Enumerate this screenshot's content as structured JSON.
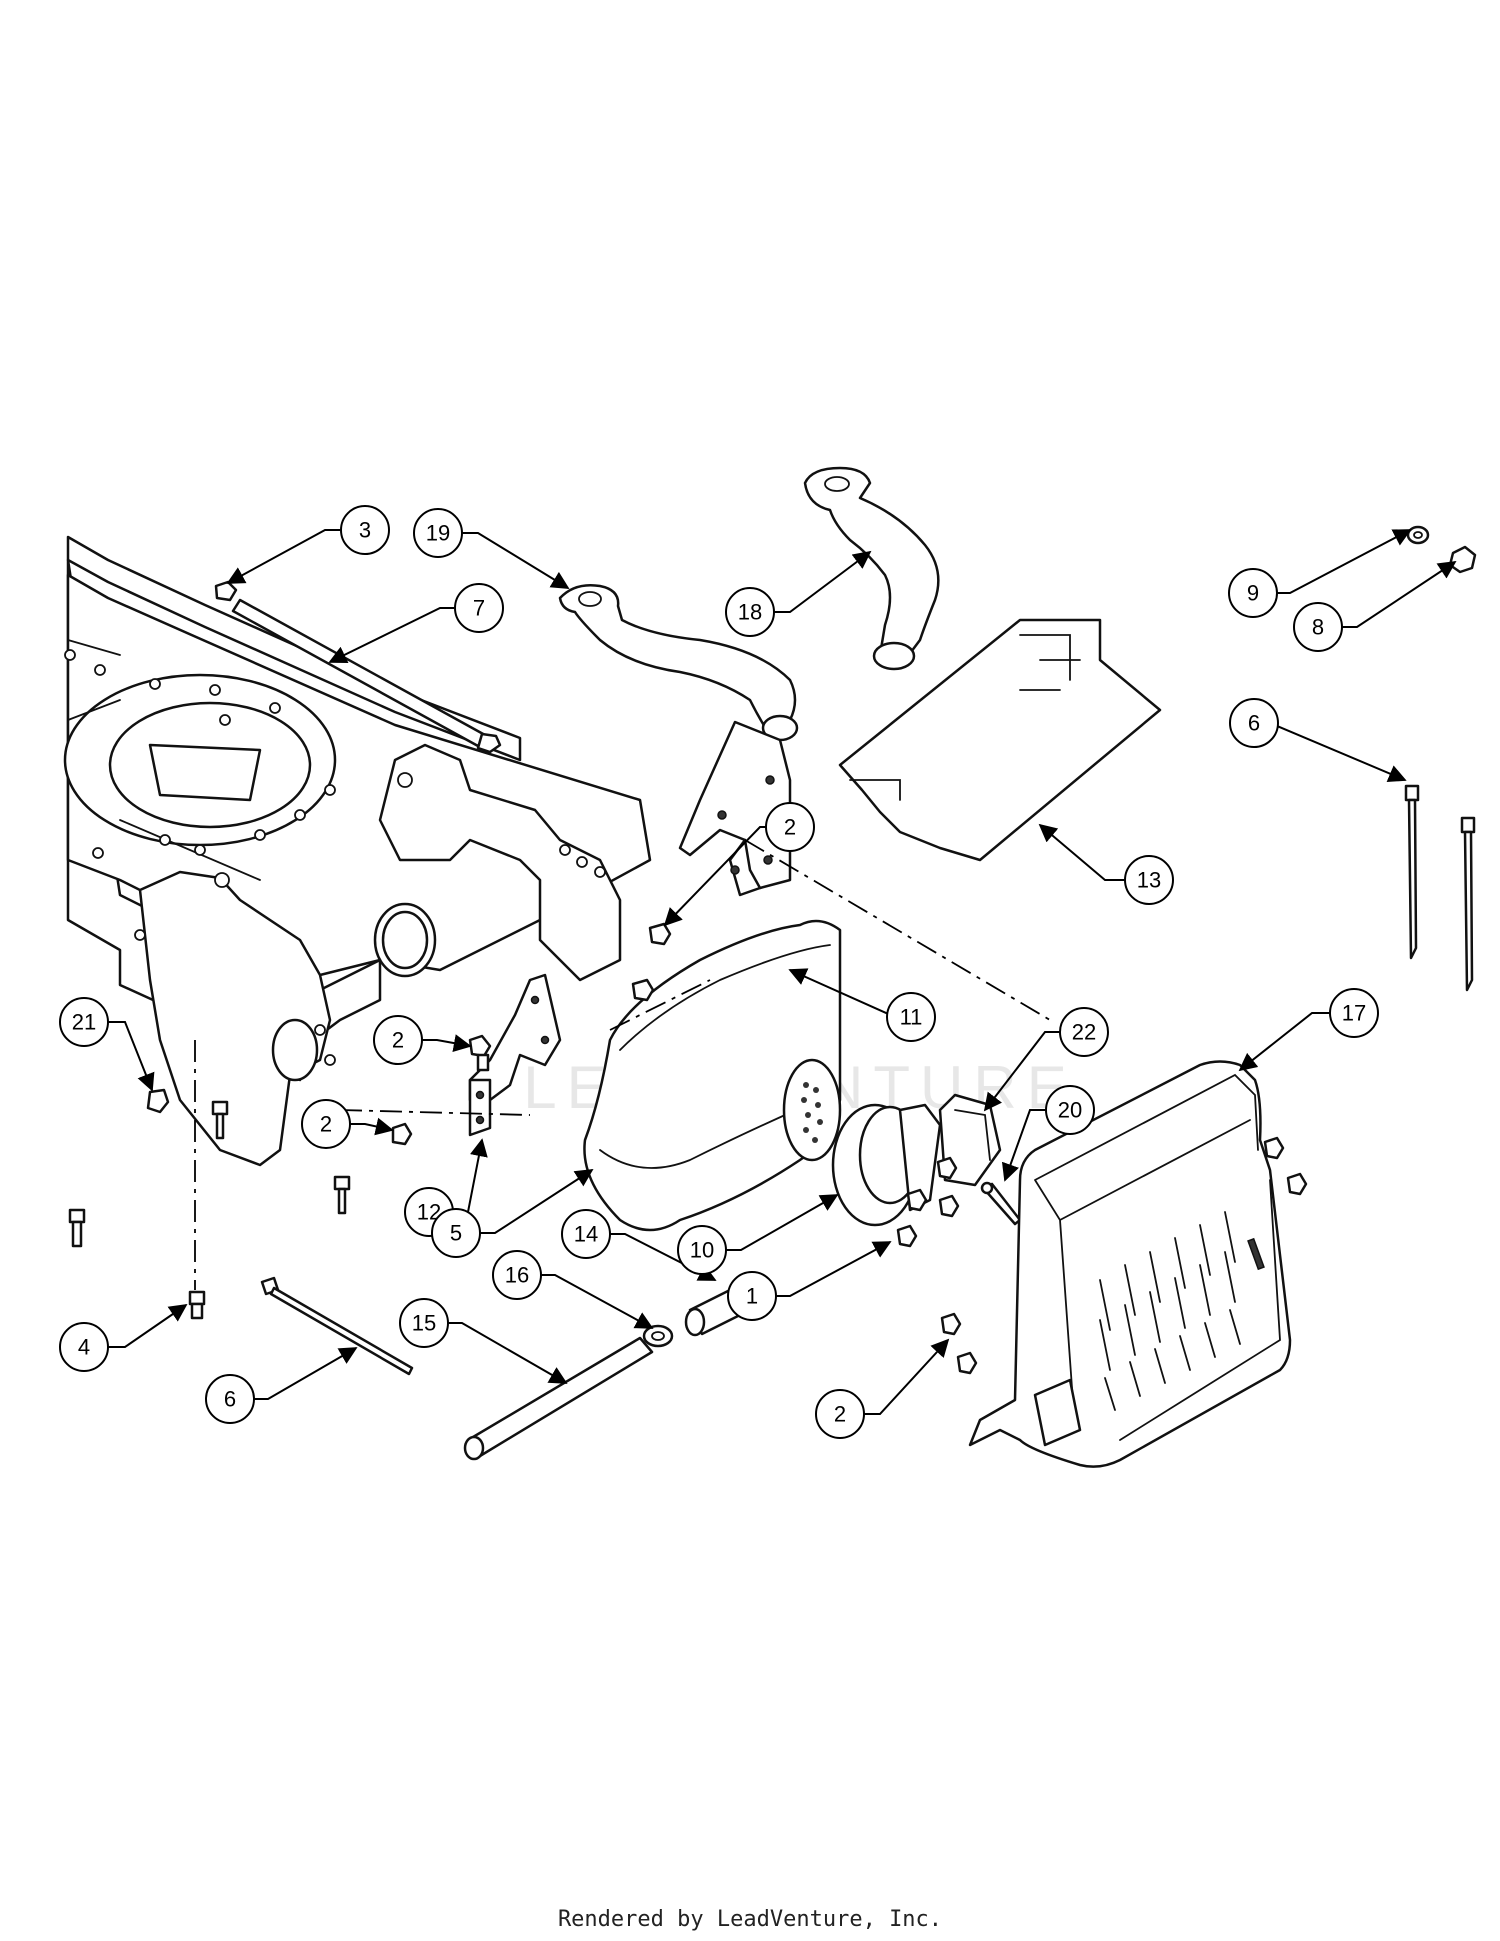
{
  "watermark": "LEADVENTURE",
  "footer": "Rendered by LeadVenture, Inc.",
  "callouts": [
    "3",
    "7",
    "19",
    "18",
    "9",
    "8",
    "6",
    "2",
    "13",
    "11",
    "22",
    "17",
    "20",
    "21",
    "2",
    "2",
    "12",
    "5",
    "14",
    "10",
    "16",
    "15",
    "1",
    "4",
    "6",
    "2"
  ],
  "colors": {
    "line": "#111111",
    "background": "#ffffff",
    "watermark": "#bbbbbb"
  }
}
